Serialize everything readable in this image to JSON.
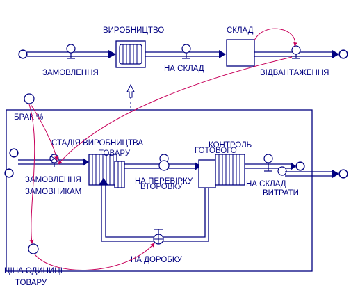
{
  "diagram": {
    "stocks": {
      "production": "ВИРОБНИЦТВО",
      "warehouse": "СКЛАД",
      "production_stage": "СТАДІЯ ВИРОБНИЦТВА",
      "production_stage_overlap": "ТОВАРУ",
      "control": "КОНТРОЛЬ",
      "control_overlap": "ГОТОВОГО"
    },
    "flows": {
      "orders": "ЗАМОВЛЕННЯ",
      "to_warehouse_top": "НА СКЛАД",
      "shipment": "ВІДВАНТАЖЕННЯ",
      "customer_orders_1": "ЗАМОВЛЕННЯ",
      "customer_orders_2": "ЗАМОВНИКАМ",
      "to_inspection": "НА ПЕРЕВІРКУ",
      "to_inspection_overlap": "ВТОРОВКУ",
      "to_warehouse_inner": "НА СКЛАД",
      "losses": "ВИТРАТИ",
      "rework": "НА ДОРОБКУ"
    },
    "converters": {
      "defect_rate": "БРАК %",
      "unit_price_1": "ЦІНА ОДИНИЦІ",
      "unit_price_2": "ТОВАРУ"
    }
  },
  "colors": {
    "structure": "#000080",
    "connector": "#c8005a",
    "background": "#ffffff"
  }
}
